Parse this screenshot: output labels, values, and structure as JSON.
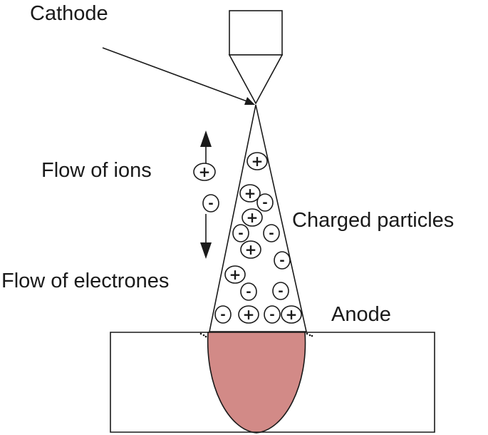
{
  "labels": {
    "cathode": "Cathode",
    "flow_of_ions": "Flow of ions",
    "flow_of_electrones": "Flow of electrones",
    "charged_particles": "Charged particles",
    "anode": "Anode"
  },
  "symbols": {
    "positive": "+",
    "negative": "-"
  },
  "colors": {
    "stroke": "#1a1a1a",
    "weld_pool": "#d28a87",
    "background": "#ffffff"
  },
  "legend": {
    "ion_sign": "+",
    "electron_sign": "-"
  },
  "particles": [
    {
      "sign": "+"
    },
    {
      "sign": "+"
    },
    {
      "sign": "-"
    },
    {
      "sign": "+"
    },
    {
      "sign": "-"
    },
    {
      "sign": "-"
    },
    {
      "sign": "+"
    },
    {
      "sign": "-"
    },
    {
      "sign": "+"
    },
    {
      "sign": "-"
    },
    {
      "sign": "-"
    },
    {
      "sign": "-"
    },
    {
      "sign": "+"
    },
    {
      "sign": "-"
    },
    {
      "sign": "+"
    }
  ]
}
